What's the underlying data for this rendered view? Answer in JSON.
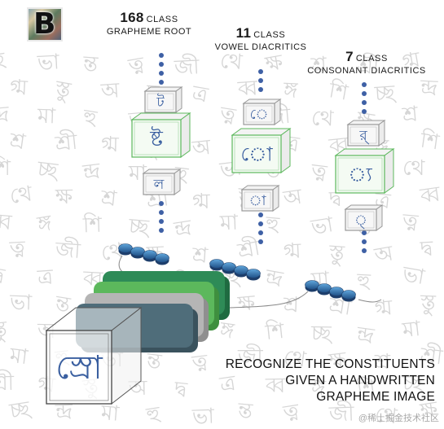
{
  "logo": {
    "letter": "B"
  },
  "headers": [
    {
      "number": "168",
      "class_label": "CLASS",
      "subtitle": "GRAPHEME ROOT"
    },
    {
      "number": "11",
      "class_label": "CLASS",
      "subtitle": "VOWEL DIACRITICS"
    },
    {
      "number": "7",
      "class_label": "CLASS",
      "subtitle": "CONSONANT DIACRITICS"
    }
  ],
  "columns": [
    {
      "glyphs": [
        "ট",
        "ষ্ট",
        "ল"
      ]
    },
    {
      "glyphs": [
        "ে",
        "ো",
        "া"
      ]
    },
    {
      "glyphs": [
        "র্",
        "্য",
        "্"
      ]
    }
  ],
  "input_glyph": "স্রো",
  "tagline": [
    "RECOGNIZE THE CONSTITUENTS",
    "GIVEN A HANDWRITTEN",
    "GRAPHEME IMAGE"
  ],
  "watermark": "@稀土掘金技术社区",
  "colors": {
    "accent_green": "#5cb85c",
    "dark_green": "#2e8b57",
    "dot_blue": "#3e60a5",
    "bead_blue": "#2f6fa8",
    "slate": "#4f6d7a",
    "gray": "#b5b5b5",
    "background_glyph": "#d6d6d6"
  },
  "background_glyphs": [
    "হু",
    "শ্র",
    "ব্ব",
    "ভা",
    "শ্রী",
    "ঙ্গ",
    "ন্ত",
    "গ্ম",
    "শি",
    "ত্ন",
    "স্তু",
    "চ্ছ",
    "জী",
    "অ",
    "ন্দ্র",
    "থে",
    "দ্ব",
    "মা",
    "ক্ষ",
    "ত্র"
  ]
}
